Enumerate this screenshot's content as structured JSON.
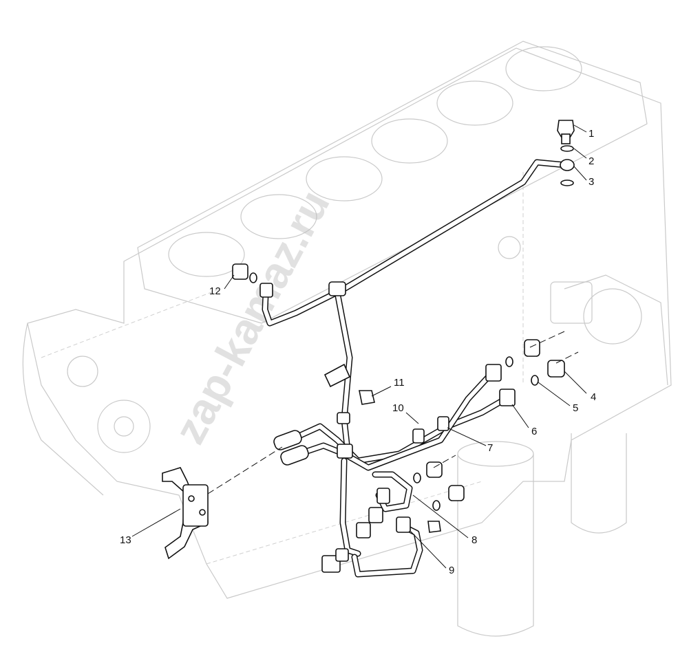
{
  "watermark": "zap-kamaz.ru",
  "callouts": [
    {
      "id": "1",
      "label": "1"
    },
    {
      "id": "2",
      "label": "2"
    },
    {
      "id": "3",
      "label": "3"
    },
    {
      "id": "4",
      "label": "4"
    },
    {
      "id": "5",
      "label": "5"
    },
    {
      "id": "6",
      "label": "6"
    },
    {
      "id": "7",
      "label": "7"
    },
    {
      "id": "8",
      "label": "8"
    },
    {
      "id": "9",
      "label": "9"
    },
    {
      "id": "10",
      "label": "10"
    },
    {
      "id": "11",
      "label": "11"
    },
    {
      "id": "12",
      "label": "12"
    },
    {
      "id": "13",
      "label": "13"
    }
  ]
}
